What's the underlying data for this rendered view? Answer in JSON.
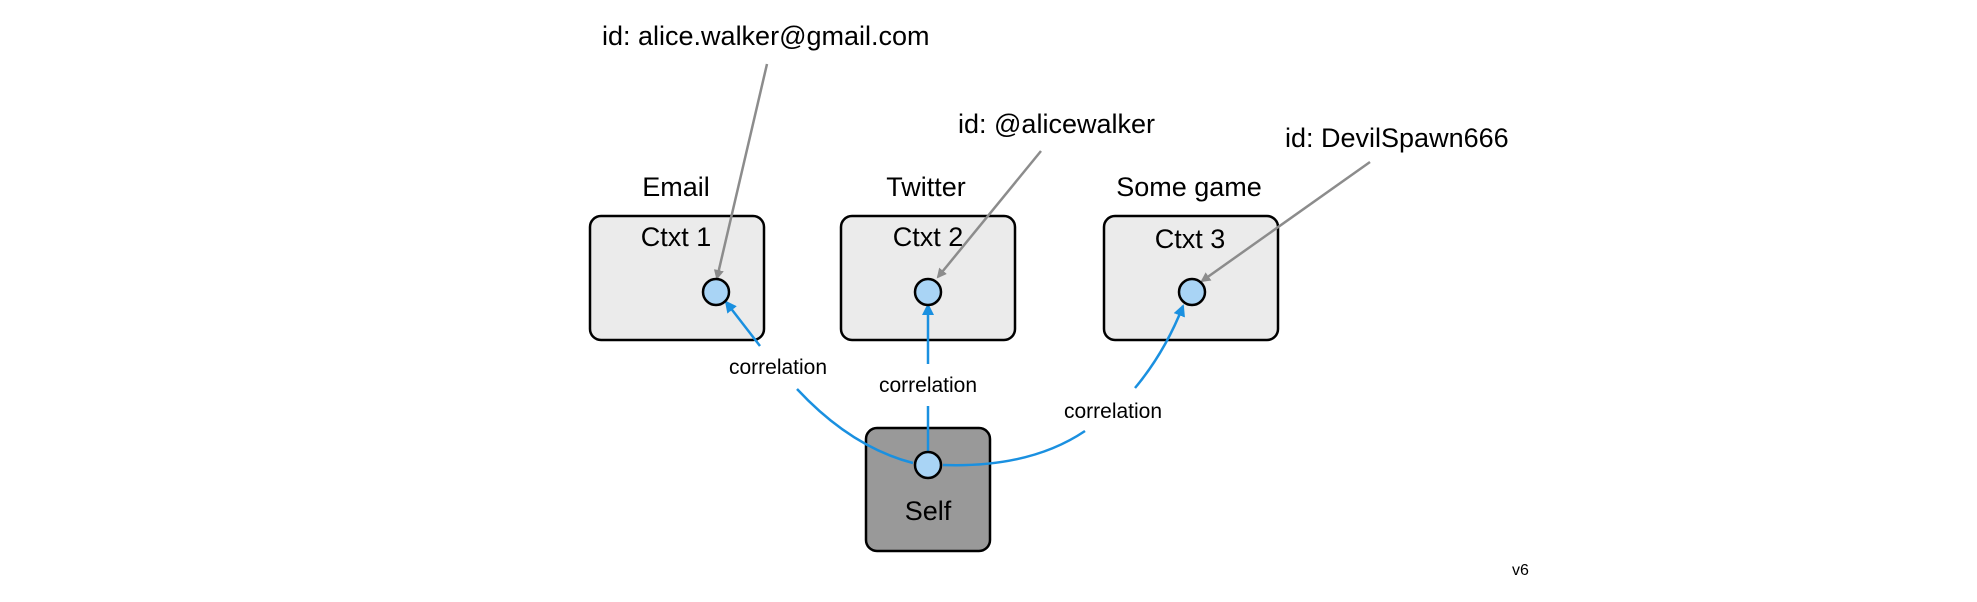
{
  "identifiers": [
    {
      "text": "id: alice.walker@gmail.com"
    },
    {
      "text": "id: @alicewalker"
    },
    {
      "text": "id: DevilSpawn666"
    }
  ],
  "contexts": [
    {
      "title": "Email",
      "label": "Ctxt 1"
    },
    {
      "title": "Twitter",
      "label": "Ctxt 2"
    },
    {
      "title": "Some game",
      "label": "Ctxt 3"
    }
  ],
  "self": {
    "label": "Self"
  },
  "correlations": [
    {
      "label": "correlation"
    },
    {
      "label": "correlation"
    },
    {
      "label": "correlation"
    }
  ],
  "version": "v6",
  "colors": {
    "context_fill": "#ebebeb",
    "self_fill": "#999999",
    "node_fill": "#a9d4f5",
    "id_arrow": "#8c8c8c",
    "correlation_arrow": "#1a90e0"
  }
}
